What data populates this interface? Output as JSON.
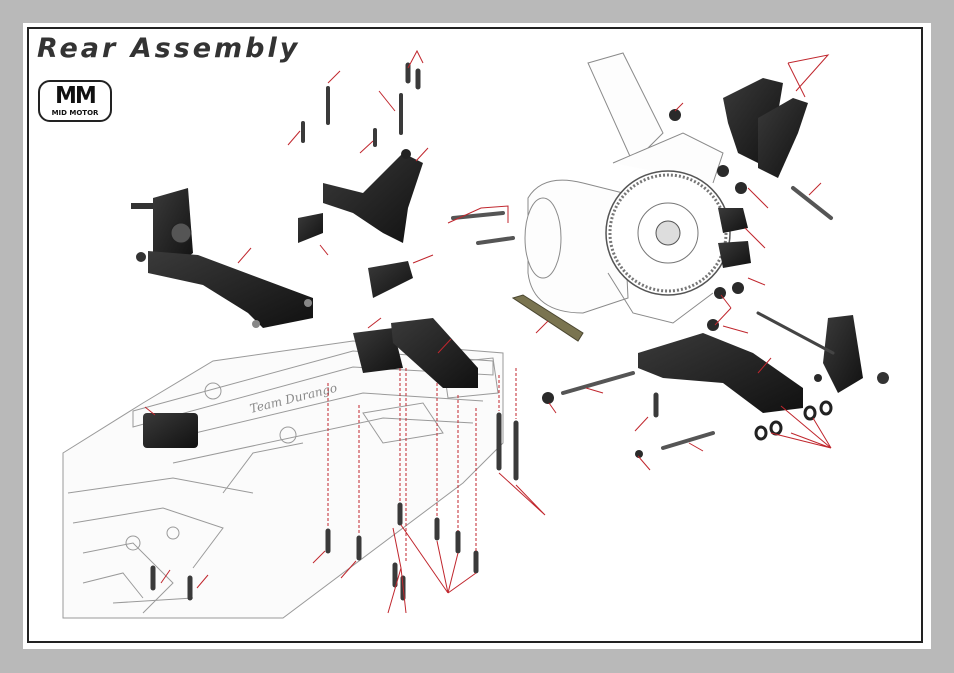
{
  "page": {
    "title": "Rear Assembly",
    "logo": {
      "mark": "MM",
      "subtitle": "MID MOTOR"
    },
    "chassis_text": "Team Durango"
  },
  "colors": {
    "background": "#b9b9b9",
    "sheet": "#ffffff",
    "frame": "#222222",
    "part_dark": "#1e1e1e",
    "part_outline": "#8a8a8a",
    "callout_line": "#c0262d",
    "screw": "#3a3a3a",
    "graphite_plate": "#7a7450"
  },
  "icons": {
    "logo": "mid-motor-logo",
    "parts": [
      "screw-icon",
      "nut-icon",
      "washer-icon",
      "hinge-pin-icon",
      "driveshaft-icon",
      "gearbox-icon",
      "suspension-arm-icon",
      "shock-tower-icon",
      "chassis-icon",
      "motor-icon",
      "spur-gear-icon",
      "hub-carrier-icon",
      "stiffener-plate-icon"
    ]
  }
}
